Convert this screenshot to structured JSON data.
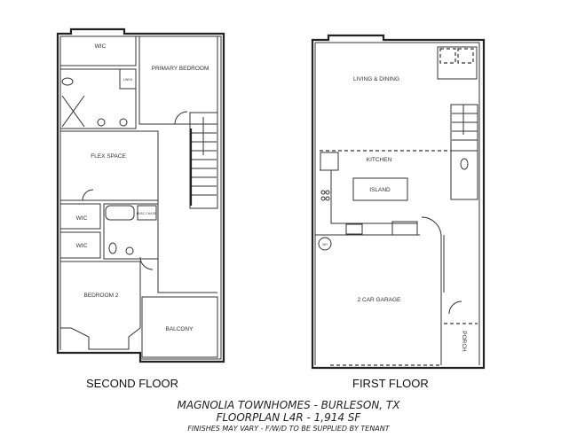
{
  "second_floor": {
    "label": "SECOND FLOOR",
    "rooms": {
      "wic_primary": "WIC",
      "primary_bedroom": "PRIMARY BEDROOM",
      "linen": "LINEN",
      "flex_space": "FLEX SPACE",
      "wic_2": "WIC",
      "wic_3": "WIC",
      "hvac_chase": "HVAC CHASE",
      "bedroom_2": "BEDROOM 2",
      "balcony": "BALCONY"
    }
  },
  "first_floor": {
    "label": "FIRST FLOOR",
    "rooms": {
      "living_dining": "LIVING & DINING",
      "kitchen": "KITCHEN",
      "island": "ISLAND",
      "garage": "2 CAR GARAGE",
      "porch": "PORCH",
      "water_heater": "WH"
    }
  },
  "footer": {
    "line1": "MAGNOLIA TOWNHOMES - BURLESON, TX",
    "line2": "FLOORPLAN L4R - 1,914 SF",
    "line3": "FINISHES MAY VARY - F/W/D TO BE SUPPLIED BY TENANT"
  }
}
